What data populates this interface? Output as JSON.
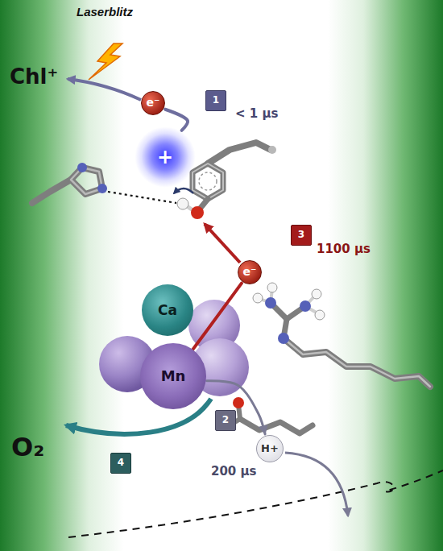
{
  "diagram": {
    "nodes": [
      {
        "text": [
          "e⁻"
        ]
      },
      {
        "text": [
          "1"
        ]
      },
      {
        "text": [
          "+"
        ]
      },
      {
        "text": [
          "3"
        ]
      },
      {
        "text": [
          "e⁻"
        ]
      },
      {
        "text": [
          "Ca"
        ]
      },
      {
        "text": [
          "Mn"
        ]
      },
      {
        "text": [
          "2"
        ]
      },
      {
        "text": [
          "H+"
        ]
      },
      {
        "text": [
          "4"
        ]
      }
    ],
    "edges": [
      {
        "from": 2,
        "to": 0,
        "arrow": "none"
      },
      {
        "from": 6,
        "to": 4,
        "arrow": "none"
      },
      {
        "from": 6,
        "to": 8,
        "arrow": "to"
      }
    ],
    "labels": [
      "Laserblitz",
      "Chl⁺",
      "< 1 µs",
      "1100 µs",
      "200 µs",
      "O₂"
    ]
  }
}
